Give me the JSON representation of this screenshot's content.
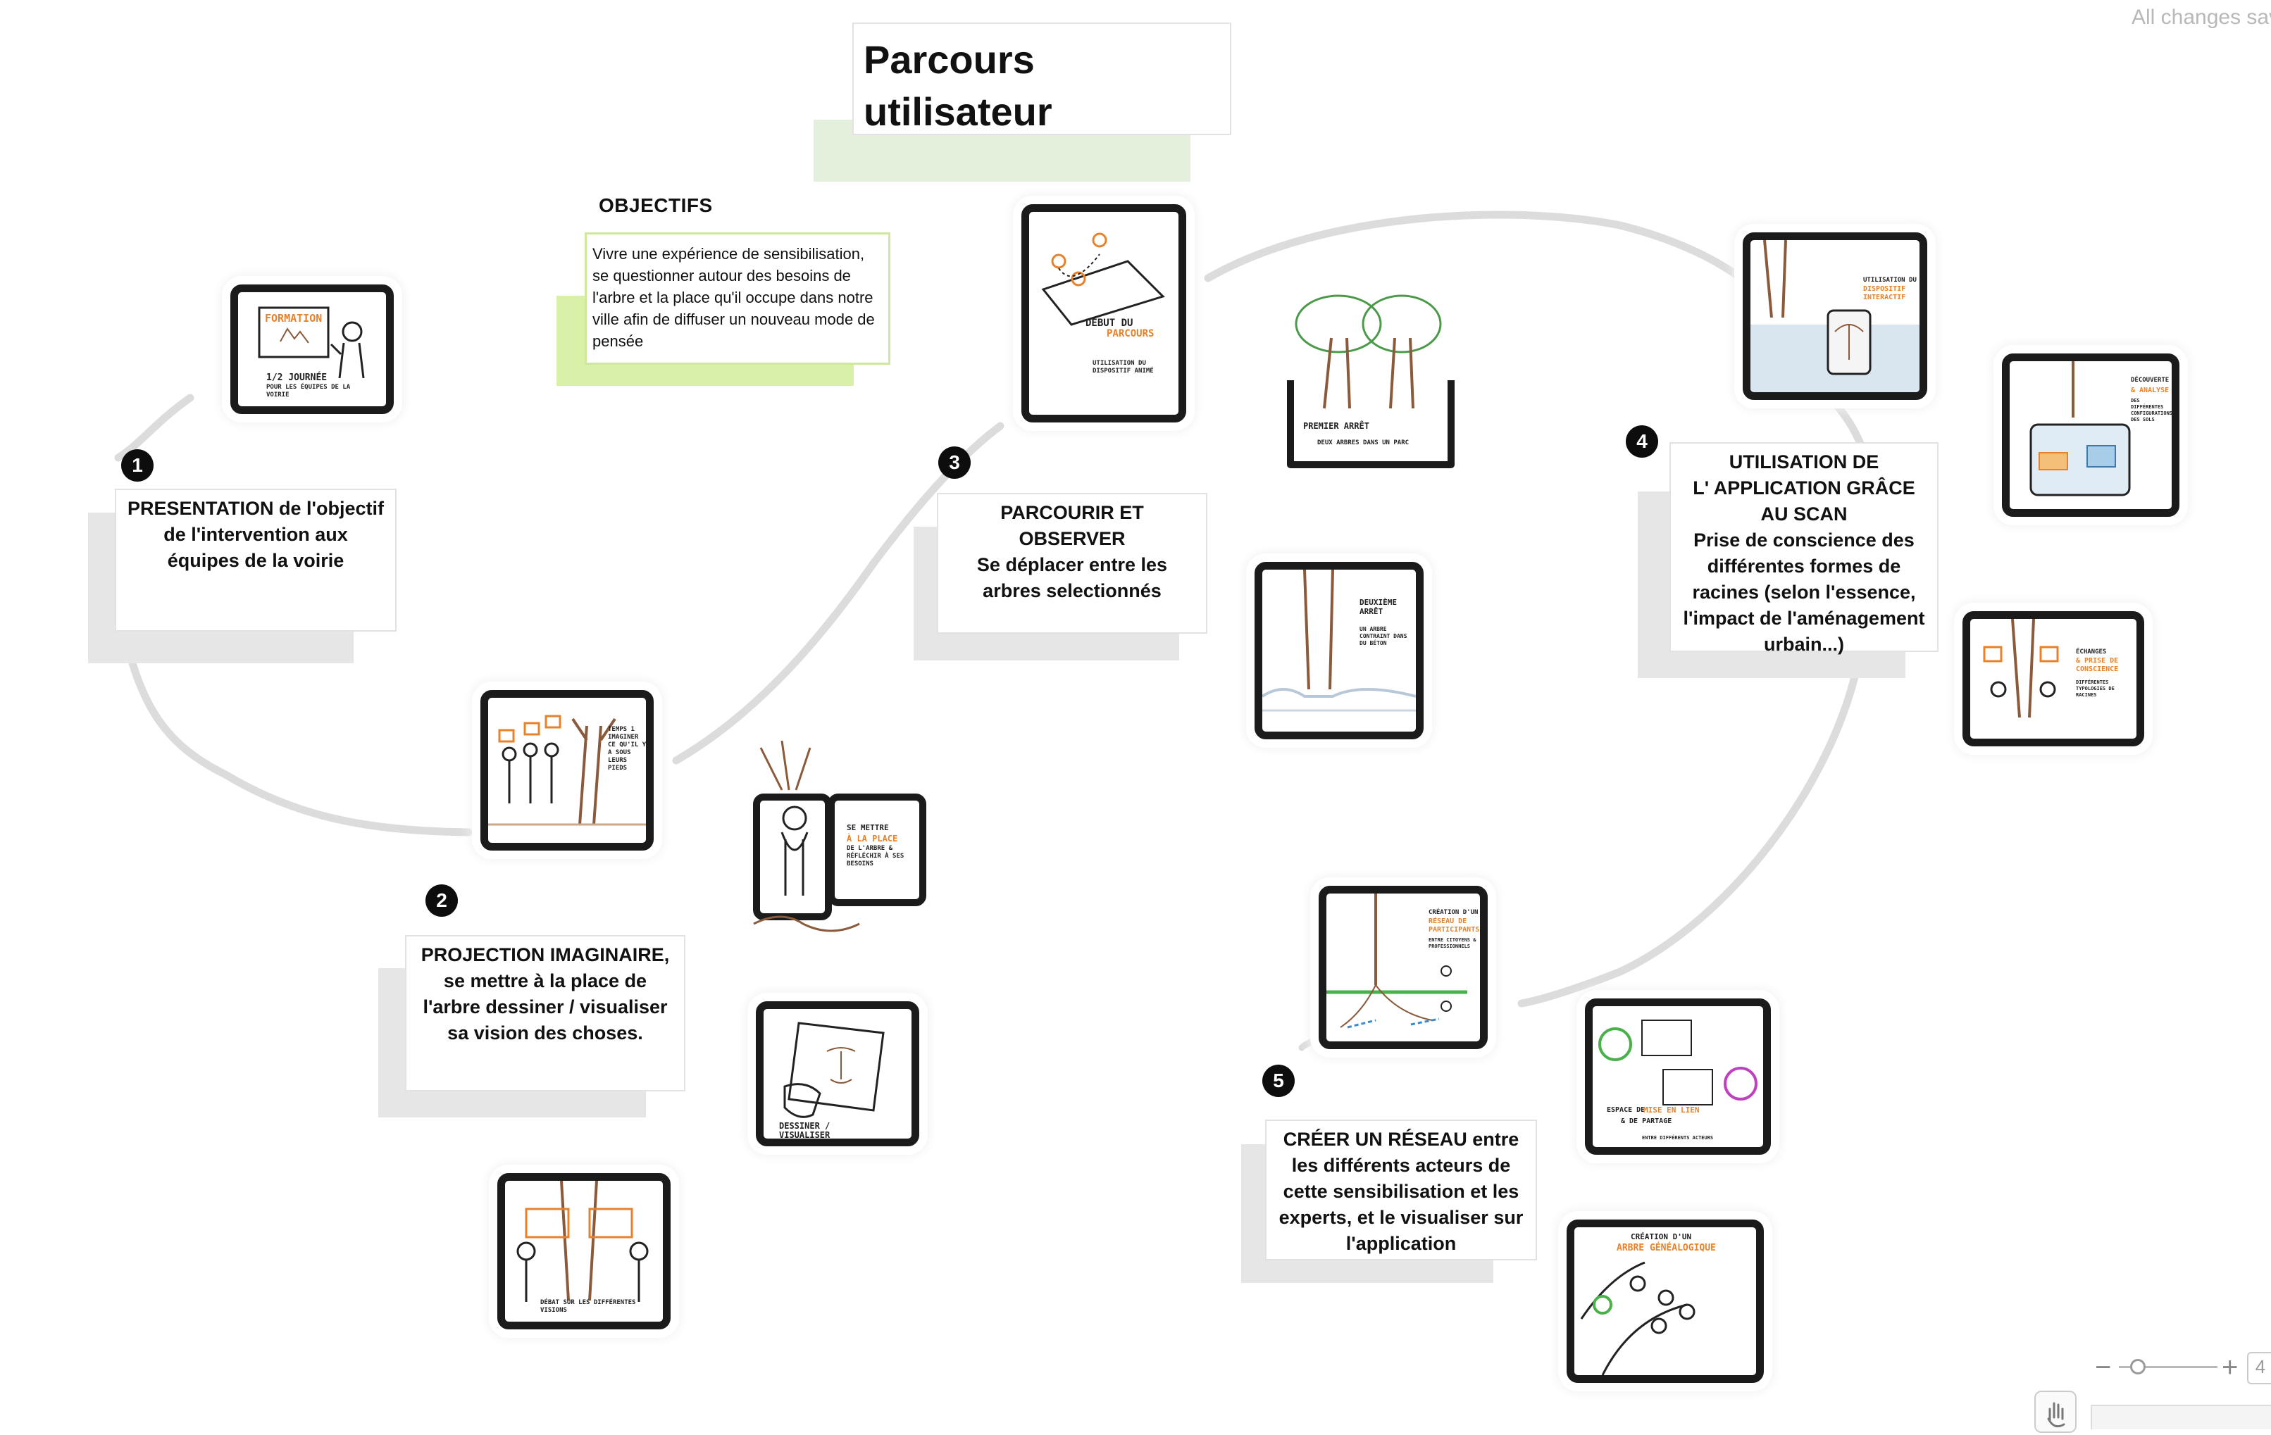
{
  "app": {
    "status_text": "All changes saved",
    "zoom_value": "4"
  },
  "title": {
    "line1": "Parcours",
    "line2": "utilisateur"
  },
  "objectives": {
    "heading": "OBJECTIFS",
    "text": "Vivre une expérience de sensibilisation, se questionner autour des besoins de l'arbre et la place qu'il occupe dans notre ville afin de diffuser un nouveau mode de pensée"
  },
  "steps": [
    {
      "number": "1",
      "lines": [
        "PRESENTATION de l'objectif",
        "de l'intervention aux",
        "équipes de la voirie"
      ]
    },
    {
      "number": "2",
      "lines": [
        "PROJECTION IMAGINAIRE,",
        "se mettre à la place de",
        "l'arbre dessiner / visualiser",
        "sa vision des choses."
      ]
    },
    {
      "number": "3",
      "lines": [
        "PARCOURIR ET",
        "OBSERVER",
        "Se déplacer entre les",
        "arbres selectionnés"
      ]
    },
    {
      "number": "4",
      "lines": [
        "UTILISATION DE",
        "L' APPLICATION GRÂCE",
        "AU SCAN",
        "Prise de conscience des",
        "différentes formes de",
        "racines (selon l'essence,",
        "l'impact de l'aménagement",
        "urbain...)"
      ]
    },
    {
      "number": "5",
      "lines": [
        "CRÉER UN RÉSEAU entre",
        "les différents acteurs de",
        "cette sensibilisation et les",
        "experts, et le visualiser sur",
        "l'application"
      ]
    }
  ],
  "sketches": {
    "formation": {
      "title": "FORMATION",
      "caption1": "1/2 journée",
      "caption2": "pour les équipes de la voirie"
    },
    "temps1": {
      "caption": "TEMPS 1 imaginer ce qu'il y a sous leurs pieds"
    },
    "se_mettre": {
      "caption1": "se mettre",
      "highlight": "à la place",
      "caption2": "de l'arbre & réfléchir à ses besoins"
    },
    "dessiner": {
      "caption": "DESSINER / VISUALISER"
    },
    "debat": {
      "caption": "DÉBAT sur les différentes visions"
    },
    "debut": {
      "caption1": "DÉBUT DU",
      "highlight": "PARCOURS",
      "caption2": "utilisation du dispositif animé"
    },
    "premier_arret": {
      "caption": "PREMIER ARRÊT",
      "sub": "deux arbres dans un parc"
    },
    "deuxieme_arret": {
      "caption": "DEUXIÈME ARRÊT",
      "sub": "un arbre contraint dans du béton"
    },
    "utilisation": {
      "caption1": "utilisation du",
      "highlight": "dispositif interactif"
    },
    "decouverte": {
      "caption1": "découverte",
      "highlight": "& analyse",
      "caption2": "des différentes configurations des sols"
    },
    "echanges": {
      "caption1": "échanges",
      "highlight": "& prise de conscience",
      "caption2": "différentes typologies de racines"
    },
    "reseau": {
      "caption1": "création d'un",
      "highlight": "réseau de participants",
      "caption2": "entre citoyens & professionnels"
    },
    "espace": {
      "caption1": "espace de",
      "highlight": "mise en lien",
      "caption2": "& de partage",
      "caption3": "entre différents acteurs"
    },
    "genealogique": {
      "caption1": "création d'un",
      "highlight": "arbre généalogique"
    }
  },
  "colors": {
    "accent_orange": "#e8822a",
    "title_shadow": "#e4efdc",
    "objectives_shadow": "#d9f0a8",
    "card_shadow": "#e6e6e6",
    "path_line": "#dcdcdc",
    "badge": "#0d0d0d"
  }
}
